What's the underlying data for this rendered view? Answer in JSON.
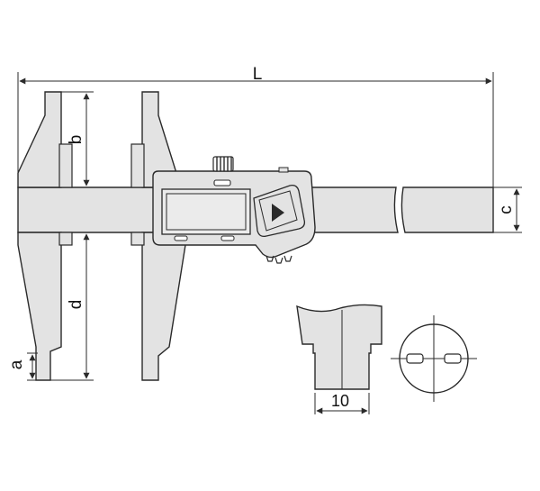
{
  "colors": {
    "background": "#ffffff",
    "body_fill": "#e3e3e3",
    "line": "#2a2a2a",
    "display_fill": "#ebebeb"
  },
  "dimensions": {
    "overall_length": "L",
    "outer_jaw_length": "b",
    "beam_height": "c",
    "inner_jaw_length": "d",
    "jaw_tip": "a",
    "tip_width": "10"
  },
  "icons": {
    "play_button": "triangle-play-icon",
    "thumb_wheel": "knurled-wheel-icon"
  }
}
